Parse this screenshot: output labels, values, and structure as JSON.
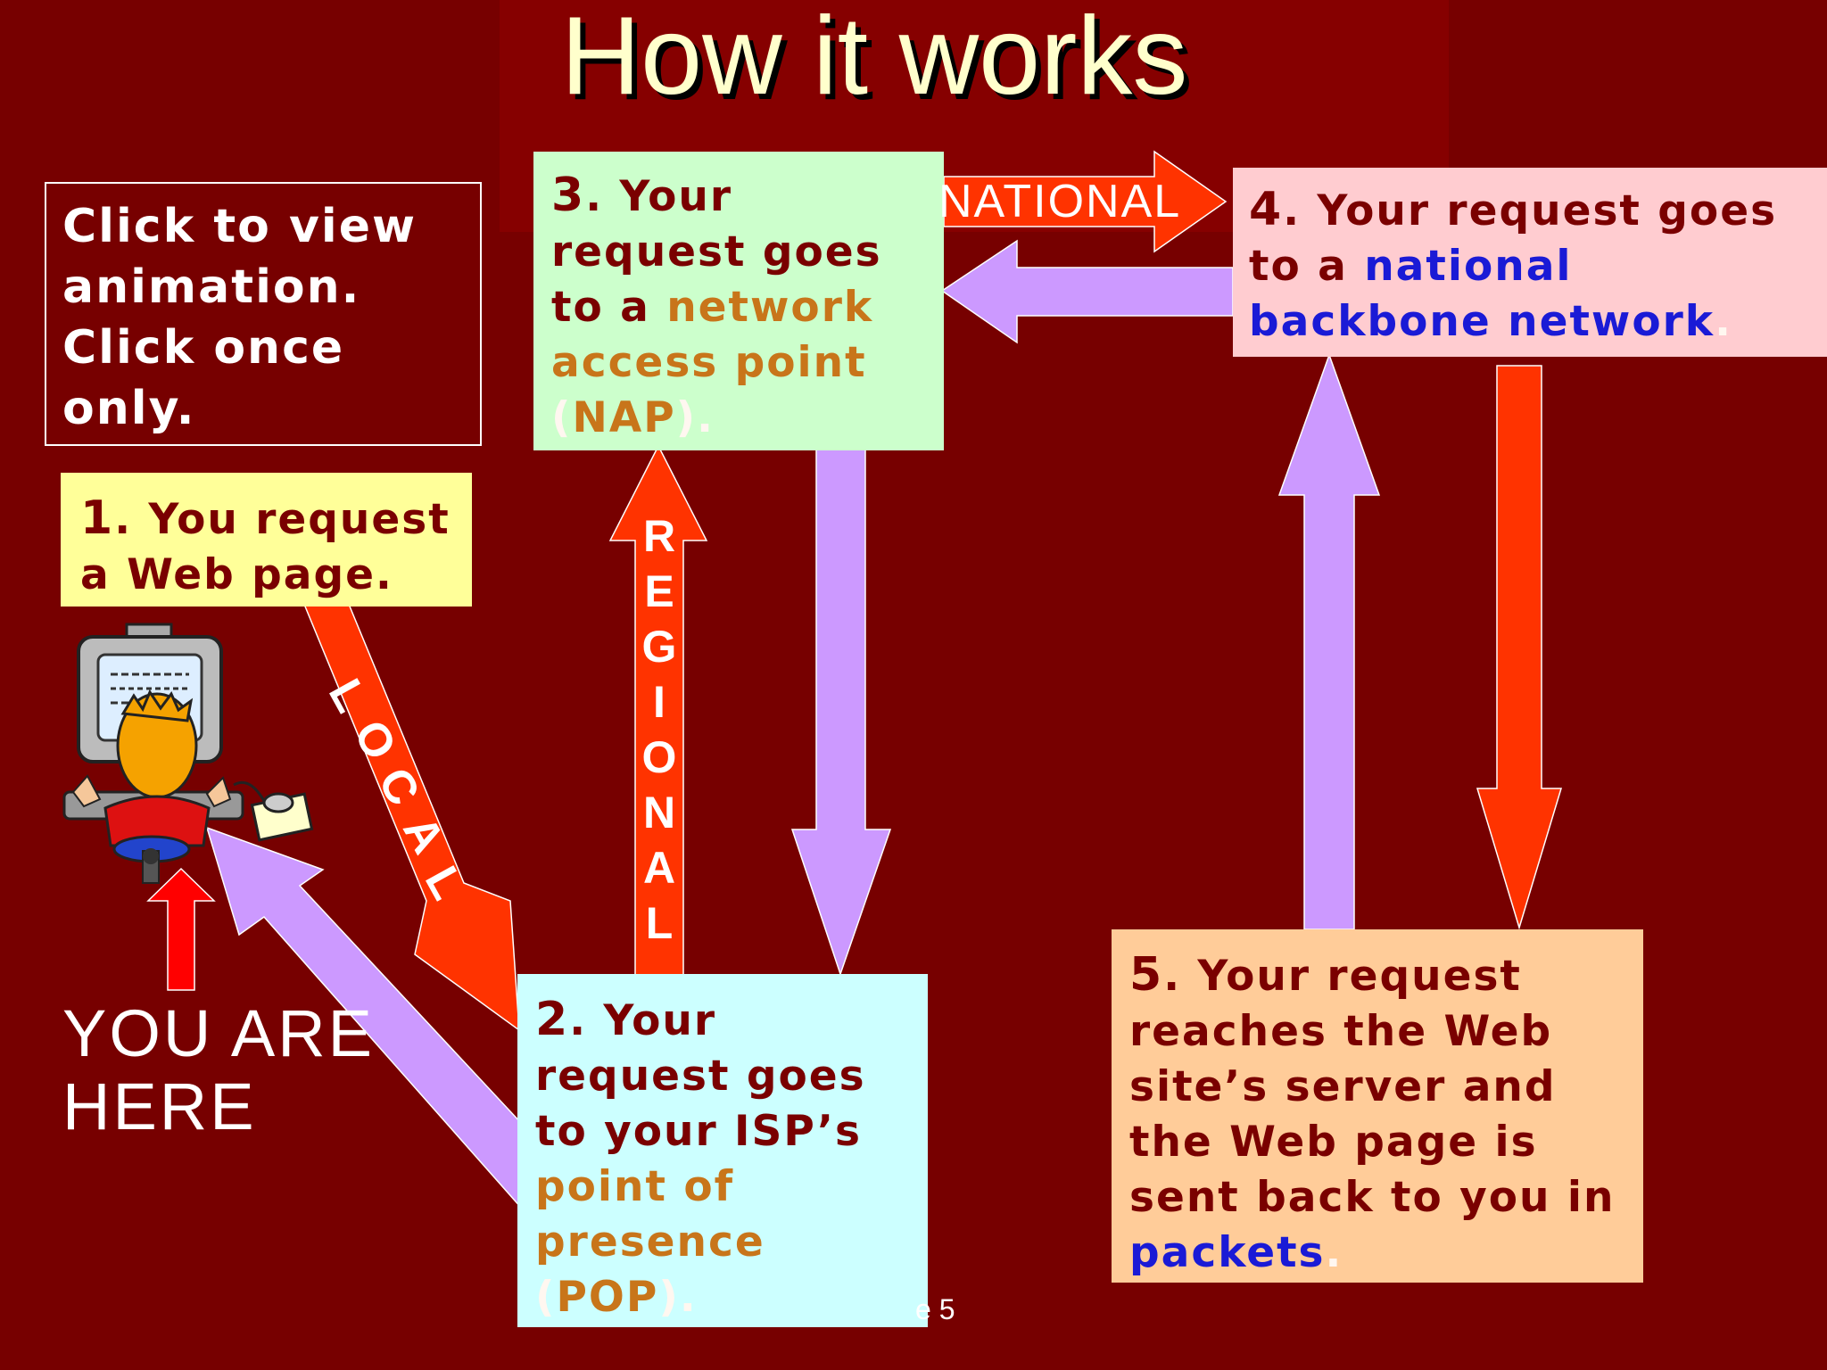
{
  "title": "How it works",
  "click_note": "Click to view animation. Click once only.",
  "you_are_here": {
    "line1": "YOU ARE",
    "line2": "HERE"
  },
  "slide_number": "e 5",
  "labels": {
    "local": [
      "L",
      "O",
      "C",
      "A",
      "L"
    ],
    "regional": [
      "R",
      "E",
      "G",
      "I",
      "O",
      "N",
      "A",
      "L"
    ],
    "national": "NATIONAL"
  },
  "steps": {
    "s1": {
      "num": "1",
      "pre": ". You request a Web page."
    },
    "s2": {
      "num": "2",
      "pre": ". Your request goes to your ISP’s ",
      "hl": "point of presence",
      "p1": " (",
      "abbr": "POP",
      "p2": ")."
    },
    "s3": {
      "num": "3",
      "pre": ". Your request goes to a ",
      "hl": "network access point",
      "p1": " (",
      "abbr": "NAP",
      "p2": ")."
    },
    "s4": {
      "num": "4",
      "pre": ". Your request goes to a ",
      "hl": "national backbone network",
      "p2": "."
    },
    "s5": {
      "num": "5",
      "pre": ". Your request reaches the Web site’s server and the Web page is sent back to you in ",
      "hl": "packets",
      "p2": "."
    }
  },
  "colors": {
    "background": "#770000",
    "box1": "#ffff99",
    "box2": "#ccffff",
    "box3": "#ccffcc",
    "box4": "#ffccd0",
    "box5": "#ffcc99",
    "arrow_red": "#ff3300",
    "arrow_lavender": "#cc99ff"
  },
  "icons": [
    "computer-user-icon"
  ]
}
